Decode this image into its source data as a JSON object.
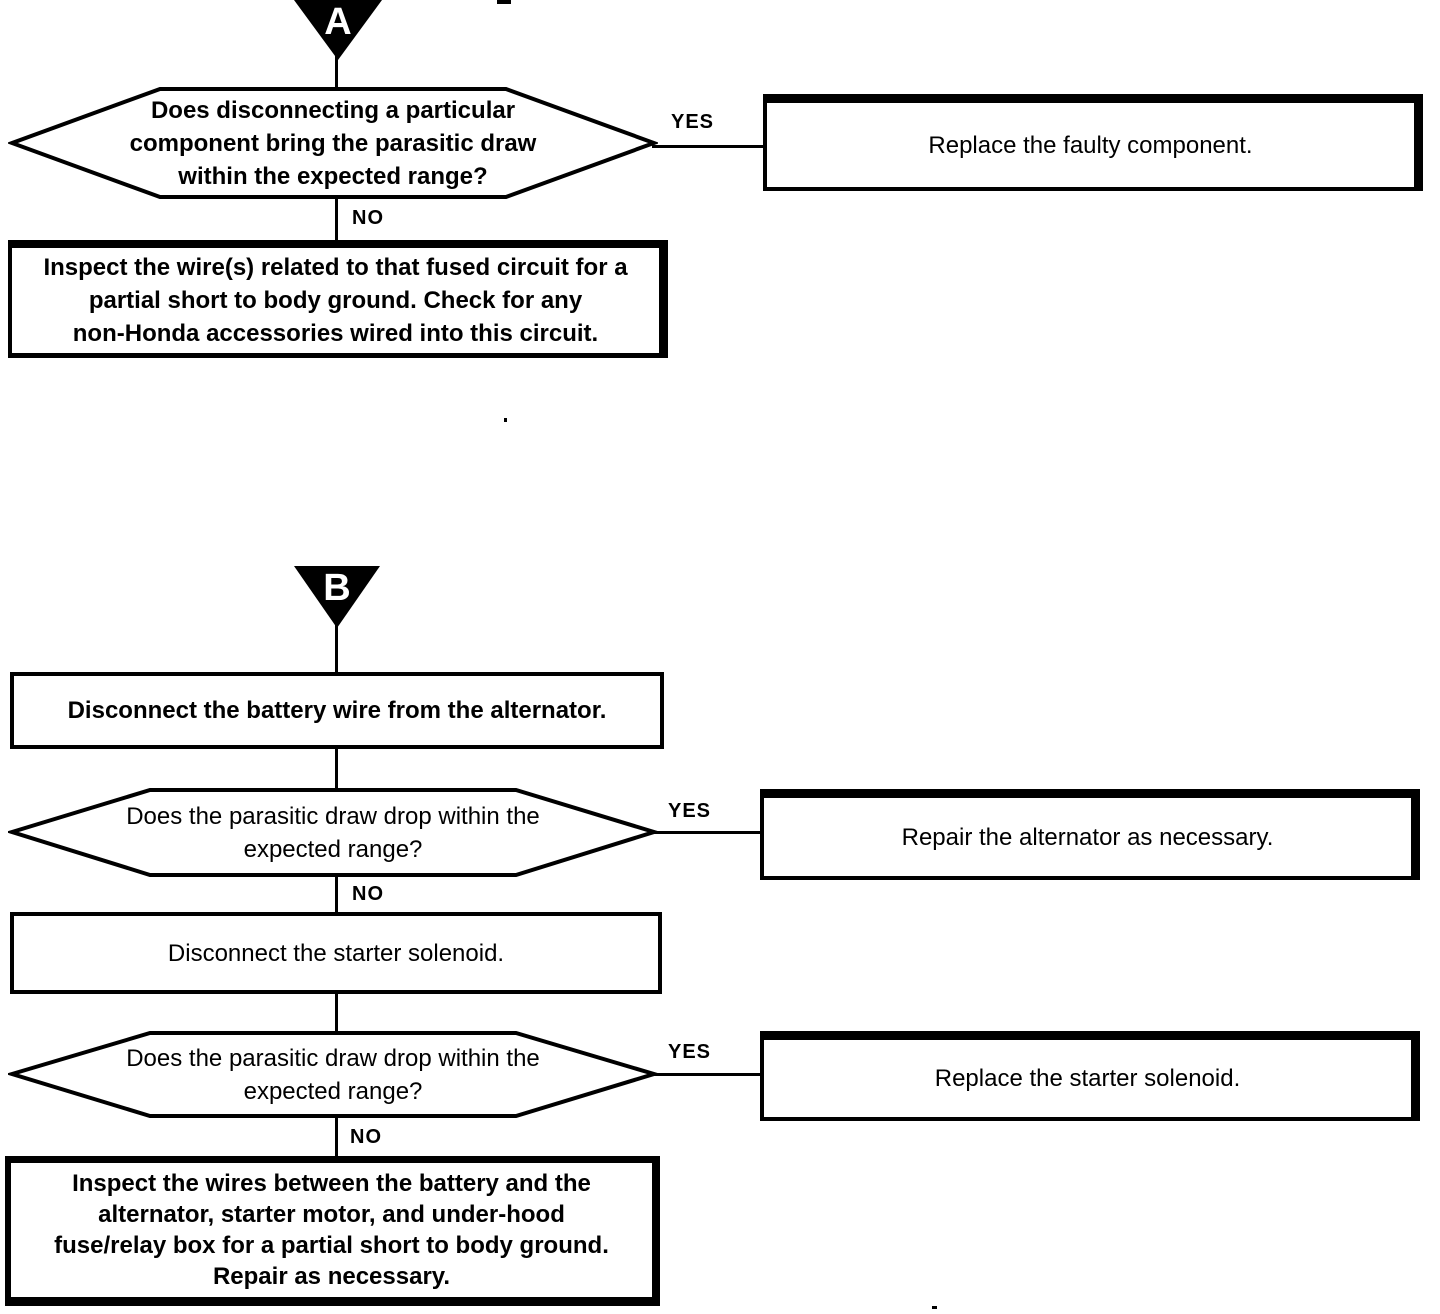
{
  "colors": {
    "ink": "#000000",
    "paper": "#ffffff"
  },
  "labels": {
    "yes": "YES",
    "no": "NO"
  },
  "connectors": {
    "a": "A",
    "b": "B"
  },
  "nodes": {
    "hex_a": {
      "lines": [
        "Does disconnecting a particular",
        "component bring the parasitic draw",
        "within the expected range?"
      ]
    },
    "box_replace_component": {
      "text": "Replace the faulty component."
    },
    "box_inspect_fused": {
      "lines": [
        "Inspect the wire(s) related to that fused circuit for a",
        "partial short to body ground. Check for any",
        "non-Honda accessories wired into this circuit."
      ]
    },
    "box_disconnect_battery": {
      "text": "Disconnect the battery wire from the alternator."
    },
    "hex_b1": {
      "lines": [
        "Does the parasitic draw drop within the",
        "expected range?"
      ]
    },
    "box_repair_alternator": {
      "text": "Repair the alternator as necessary."
    },
    "box_disconnect_solenoid": {
      "text": "Disconnect the starter solenoid."
    },
    "hex_b2": {
      "lines": [
        "Does the parasitic draw drop within the",
        "expected range?"
      ]
    },
    "box_replace_solenoid": {
      "text": "Replace the starter solenoid."
    },
    "box_inspect_wires": {
      "lines": [
        "Inspect the wires between the battery and the",
        "alternator, starter motor, and under-hood",
        "fuse/relay box for a partial short to body ground.",
        "Repair as necessary."
      ]
    }
  }
}
